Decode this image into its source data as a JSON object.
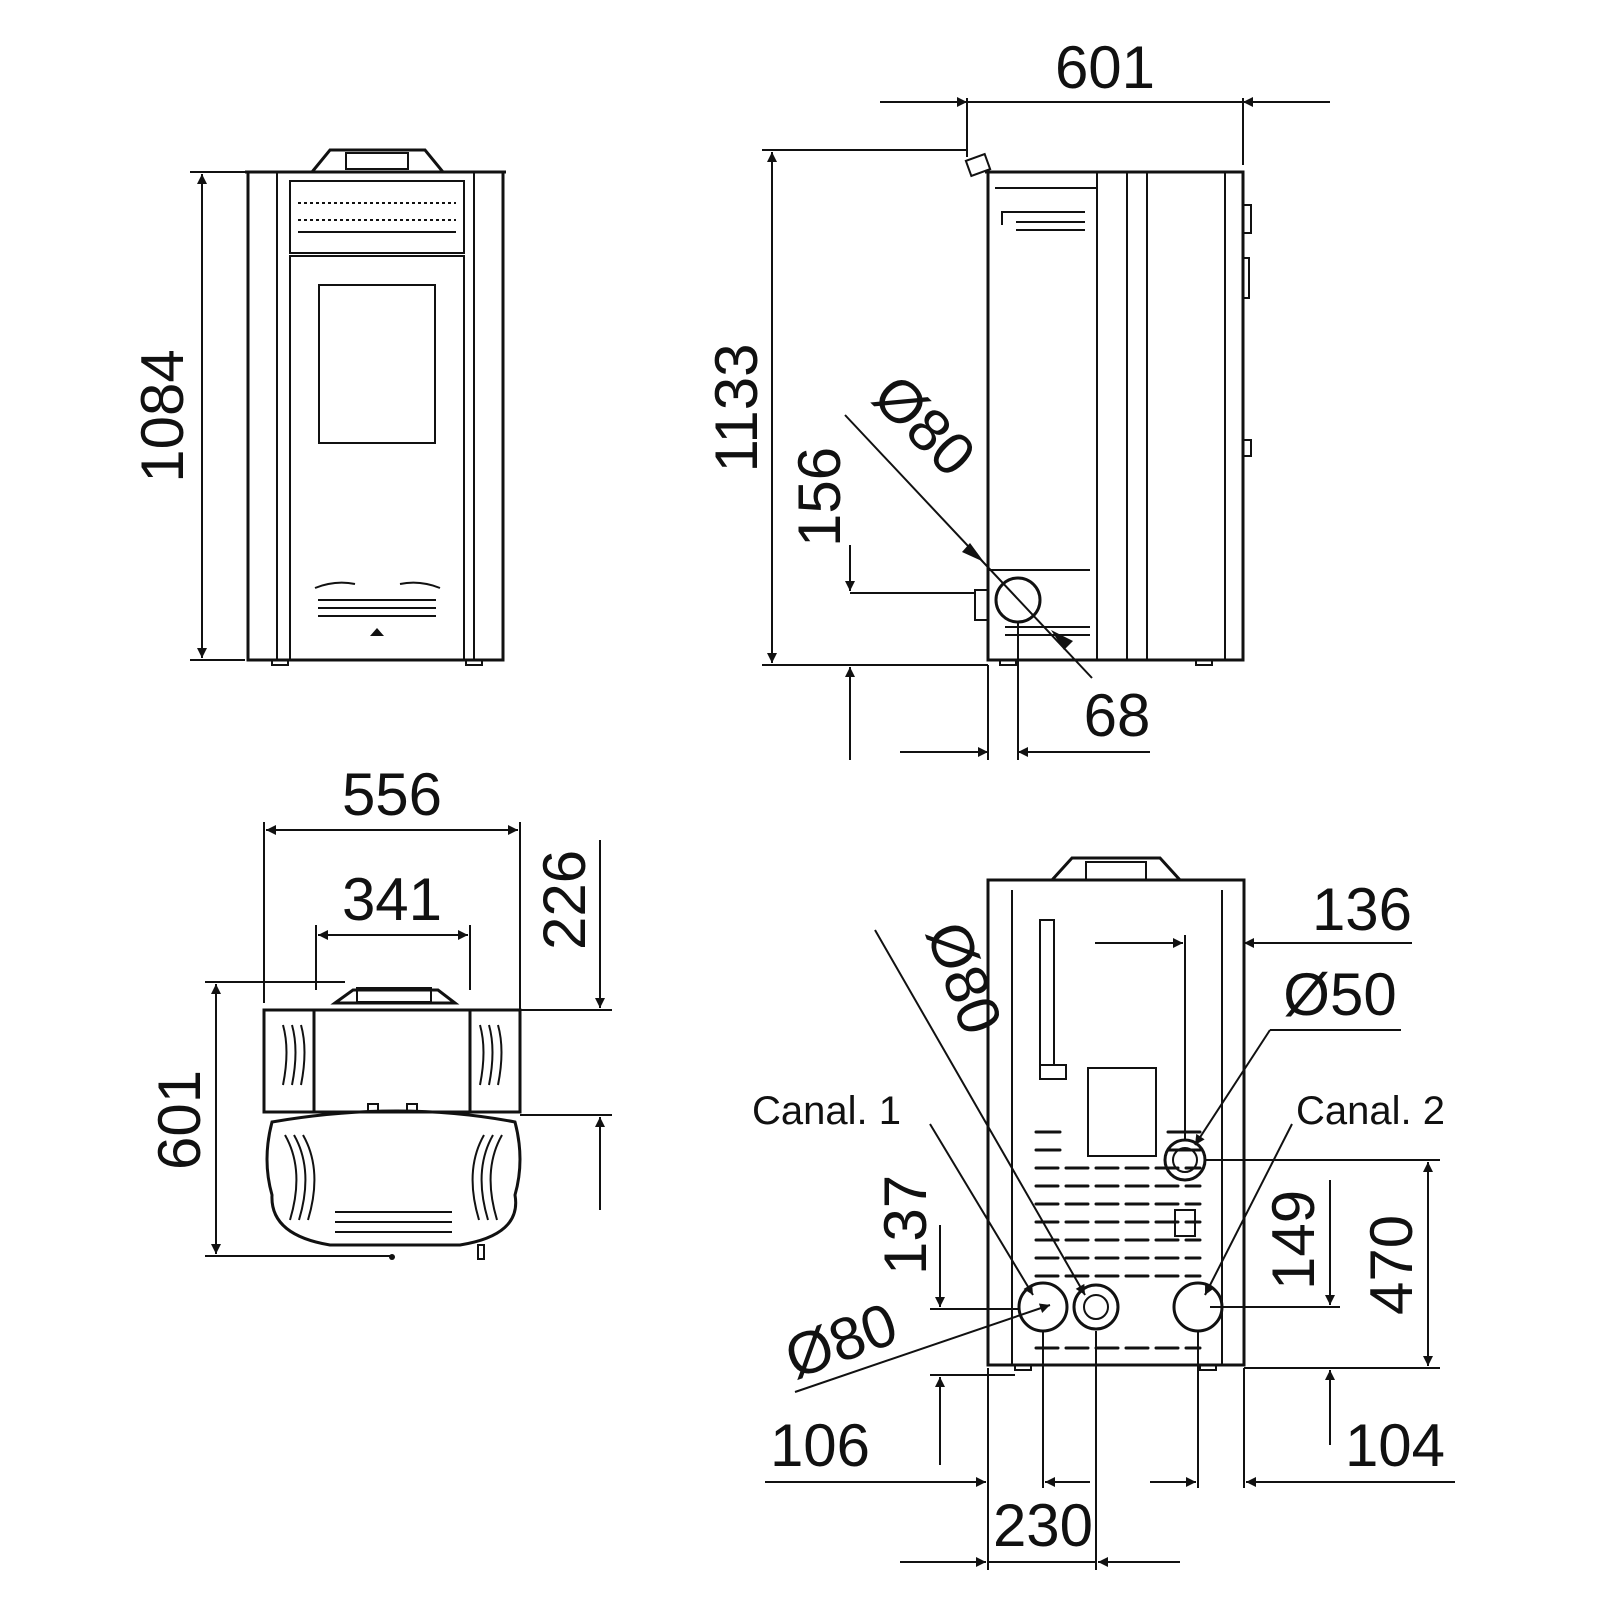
{
  "colors": {
    "line": "#111111",
    "background": "#ffffff"
  },
  "front_view": {
    "height": "1084"
  },
  "side_view": {
    "width": "601",
    "height": "1133",
    "outlet_height": "156",
    "outlet_diameter": "Ø80",
    "outlet_offset": "68"
  },
  "top_view": {
    "width": "556",
    "inner_width": "341",
    "depth": "601",
    "depth_offset": "226"
  },
  "back_view": {
    "dim_136": "136",
    "dim_d50": "Ø50",
    "dim_d80_top": "Ø80",
    "label_canal1": "Canal. 1",
    "label_canal2": "Canal. 2",
    "dim_137": "137",
    "dim_149": "149",
    "dim_470": "470",
    "dim_d80_bottom": "Ø80",
    "dim_106": "106",
    "dim_104": "104",
    "dim_230": "230"
  }
}
